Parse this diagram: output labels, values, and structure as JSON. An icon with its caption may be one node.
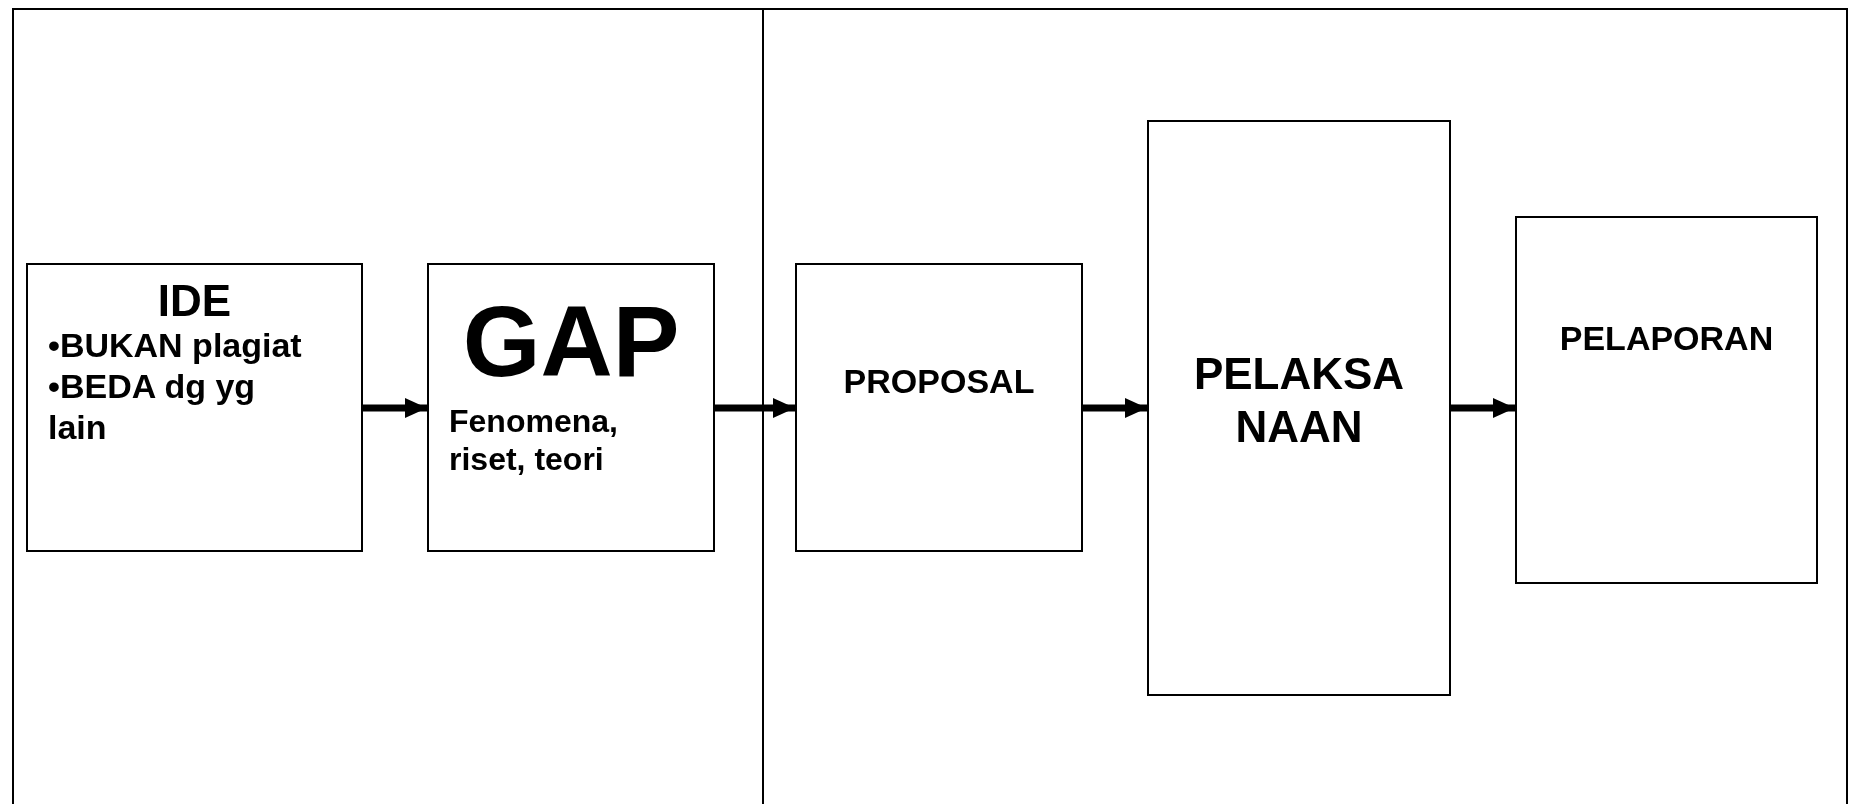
{
  "diagram": {
    "nodes": [
      {
        "text": [
          "IDE",
          "•BUKAN plagiat",
          "•BEDA dg yg lain"
        ]
      },
      {
        "text": [
          "GAP",
          "Fenomena, riset, teori"
        ]
      },
      {
        "text": [
          "PROPOSAL"
        ]
      },
      {
        "text": [
          "PELAKSA NAAN"
        ]
      },
      {
        "text": [
          "PELAPORAN"
        ]
      }
    ],
    "edges": [
      {
        "from": 0,
        "to": 1,
        "arrow": "to"
      },
      {
        "from": 1,
        "to": 2,
        "arrow": "to"
      },
      {
        "from": 2,
        "to": 3,
        "arrow": "to"
      },
      {
        "from": 3,
        "to": 4,
        "arrow": "to"
      }
    ]
  }
}
